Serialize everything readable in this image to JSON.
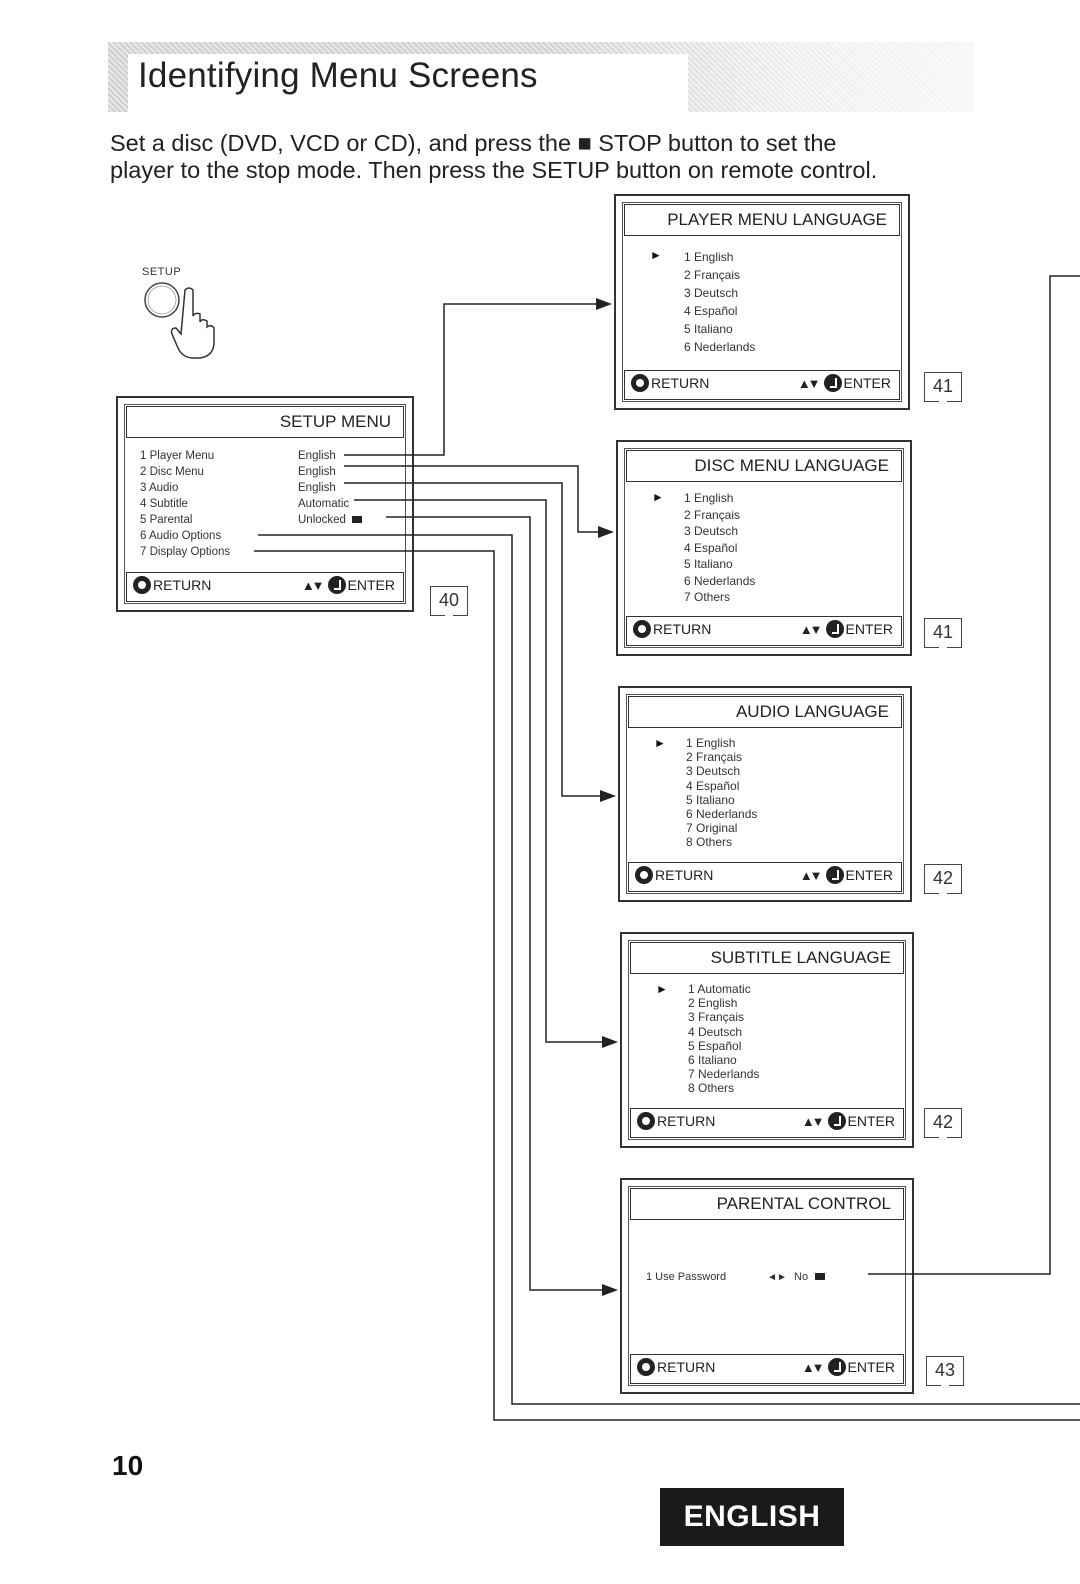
{
  "header": {
    "title": "Identifying Menu Screens"
  },
  "intro": {
    "line1": "Set a disc (DVD, VCD or CD), and press the ■ STOP button to set the",
    "line2": "player to the stop mode. Then press the SETUP button on remote control."
  },
  "remote": {
    "setup_label": "SETUP",
    "icons": [
      "setup-button-icon",
      "hand-press-icon"
    ]
  },
  "footer_labels": {
    "return": "RETURN",
    "enter": "ENTER"
  },
  "setup_menu": {
    "title": "SETUP MENU",
    "items": [
      {
        "label": "1 Player  Menu",
        "value": "English"
      },
      {
        "label": "2 Disc  Menu",
        "value": "English"
      },
      {
        "label": "3 Audio",
        "value": "English"
      },
      {
        "label": "4 Subtitle",
        "value": "Automatic"
      },
      {
        "label": "5 Parental",
        "value": "Unlocked"
      },
      {
        "label": "6 Audio  Options",
        "value": ""
      },
      {
        "label": "7 Display  Options",
        "value": ""
      }
    ],
    "page_ref": "40"
  },
  "player_menu_language": {
    "title": "PLAYER MENU LANGUAGE",
    "items": [
      "1 English",
      "2 Français",
      "3 Deutsch",
      "4 Español",
      "5 Italiano",
      "6 Nederlands"
    ],
    "page_ref": "41"
  },
  "disc_menu_language": {
    "title": "DISC MENU LANGUAGE",
    "items": [
      "1 English",
      "2 Français",
      "3 Deutsch",
      "4 Español",
      "5 Italiano",
      "6 Nederlands",
      "7 Others"
    ],
    "page_ref": "41"
  },
  "audio_language": {
    "title": "AUDIO LANGUAGE",
    "items": [
      "1 English",
      "2 Français",
      "3 Deutsch",
      "4 Español",
      "5 Italiano",
      "6 Nederlands",
      "7 Original",
      "8 Others"
    ],
    "page_ref": "42"
  },
  "subtitle_language": {
    "title": "SUBTITLE LANGUAGE",
    "items": [
      "1 Automatic",
      "2 English",
      "3 Français",
      "4 Deutsch",
      "5 Español",
      "6 Italiano",
      "7 Nederlands",
      "8 Others"
    ],
    "page_ref": "42"
  },
  "parental_control": {
    "title": "PARENTAL CONTROL",
    "item_label": "1 Use Password",
    "item_value": "No",
    "page_ref": "43"
  },
  "page_number": "10",
  "language_badge": "ENGLISH"
}
